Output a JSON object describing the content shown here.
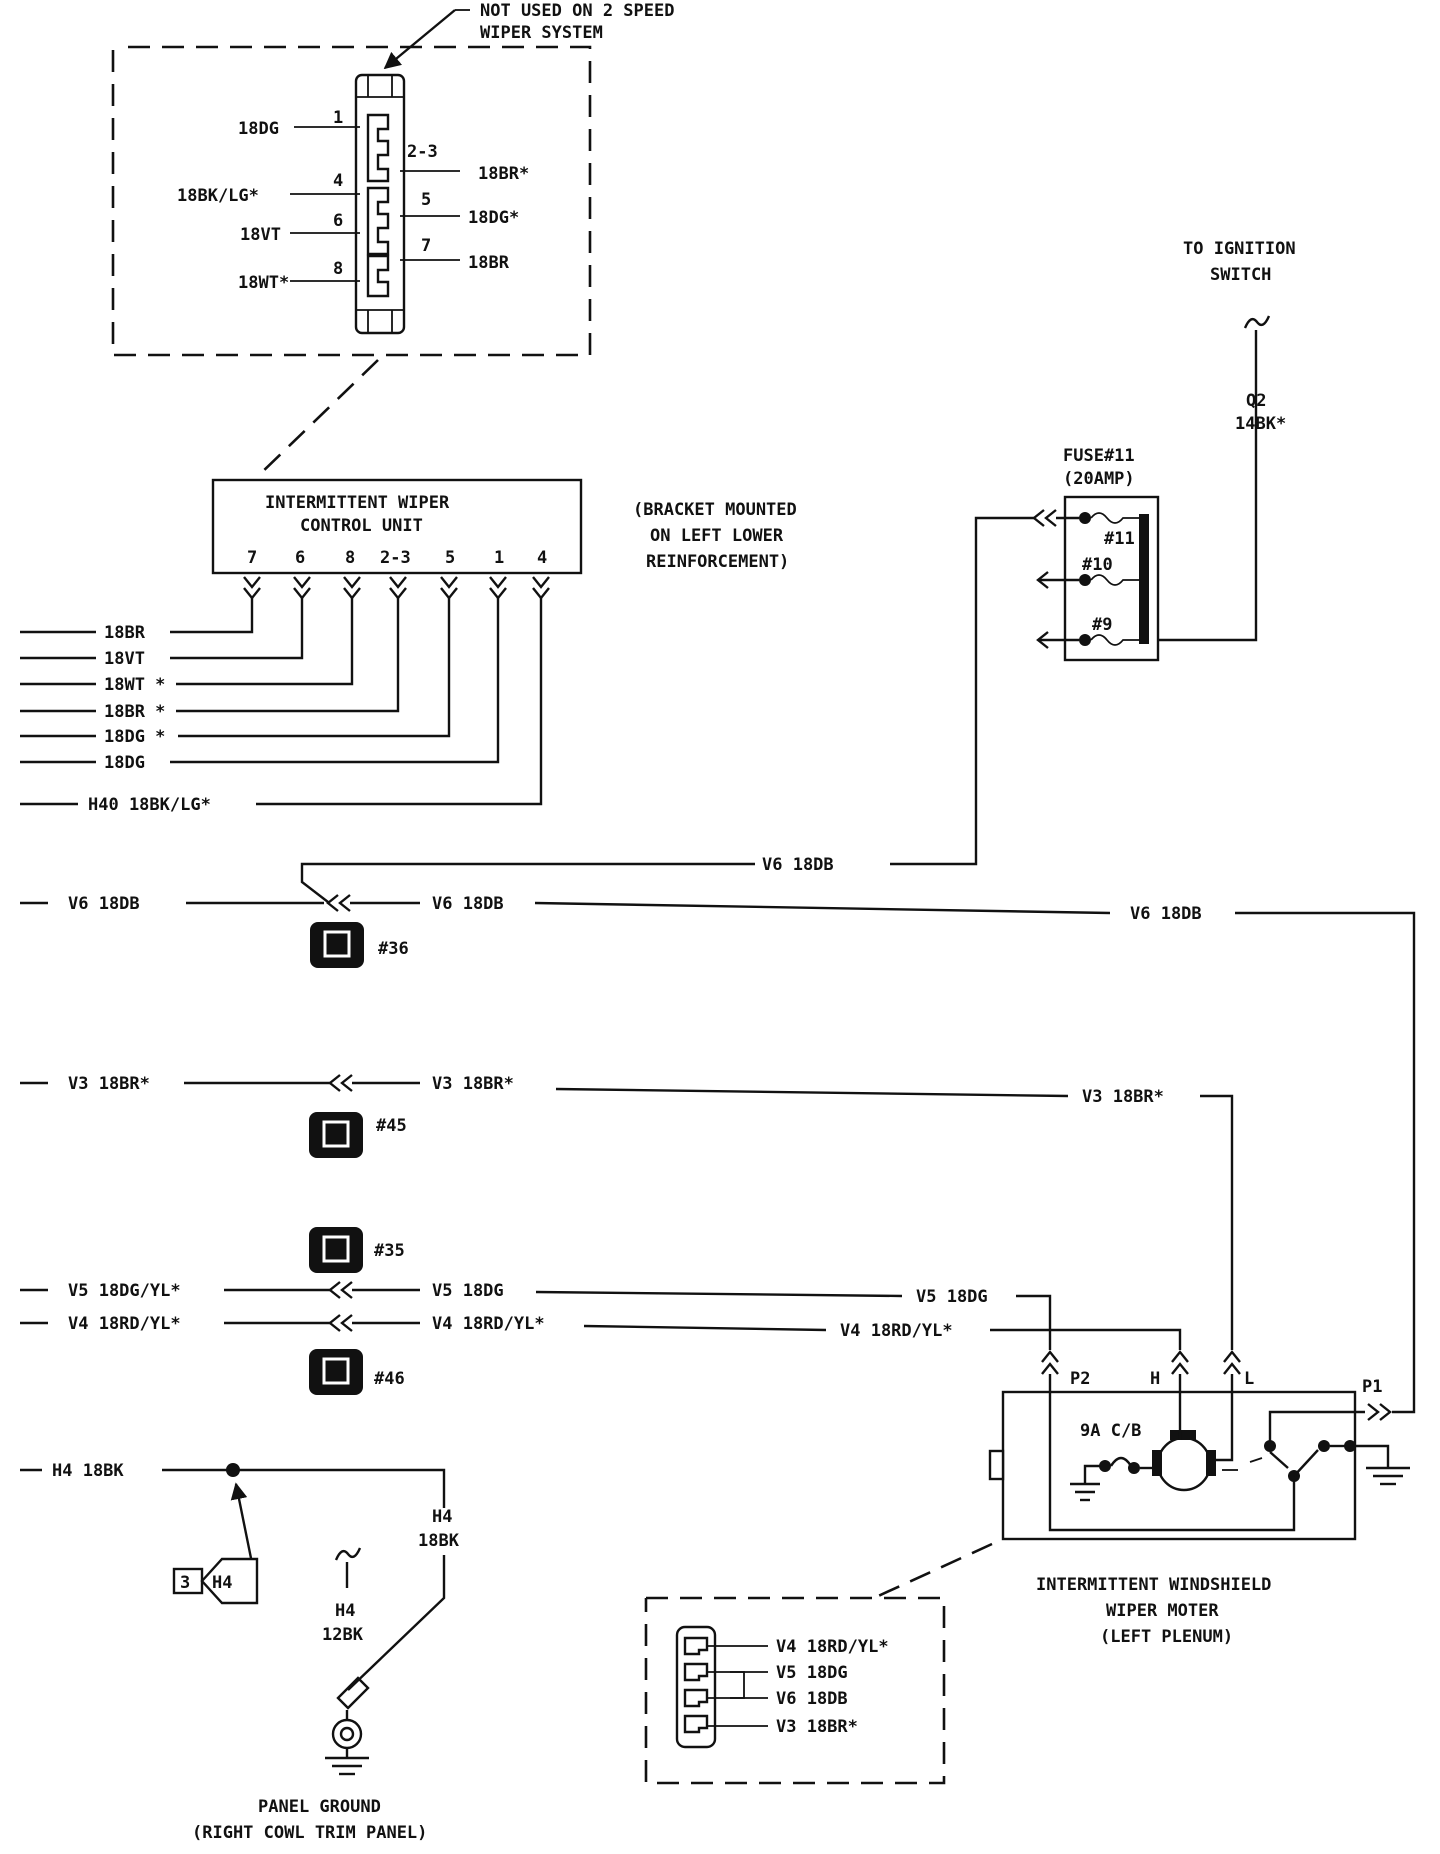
{
  "callout": {
    "note_line1": "NOT USED ON 2 SPEED",
    "note_line2": "WIPER SYSTEM"
  },
  "top_connector": {
    "pins": [
      {
        "num": "1",
        "wire": "18DG"
      },
      {
        "num": "2-3",
        "wire": "18BR*"
      },
      {
        "num": "4",
        "wire": "18BK/LG*"
      },
      {
        "num": "5",
        "wire": "18DG*"
      },
      {
        "num": "6",
        "wire": "18VT"
      },
      {
        "num": "7",
        "wire": "18BR"
      },
      {
        "num": "8",
        "wire": "18WT*"
      }
    ]
  },
  "control_unit": {
    "title_line1": "INTERMITTENT WIPER",
    "title_line2": "CONTROL UNIT",
    "pins": [
      "7",
      "6",
      "8",
      "2-3",
      "5",
      "1",
      "4"
    ],
    "mount_note": [
      "(BRACKET MOUNTED",
      "ON LEFT LOWER",
      "REINFORCEMENT)"
    ],
    "wires": [
      "18BR",
      "18VT",
      "18WT *",
      "18BR *",
      "18DG *",
      "18DG",
      "H40  18BK/LG*"
    ]
  },
  "ignition": {
    "line1": "TO IGNITION",
    "line2": "SWITCH",
    "circuit": "Q2",
    "wire": "14BK*"
  },
  "fuse_block": {
    "title_line1": "FUSE#11",
    "title_line2": "(20AMP)",
    "fuses": [
      "#11",
      "#10",
      "#9"
    ]
  },
  "connectors": {
    "c36": "#36",
    "c45": "#45",
    "c35": "#35",
    "c46": "#46"
  },
  "wires": {
    "v6": "V6  18DB",
    "v3": "V3  18BR*",
    "v5_left": "V5  18DG/YL*",
    "v5": "V5  18DG",
    "v4_left": "V4  18RD/YL*",
    "v4": "V4  18RD/YL*",
    "h4": "H4  18BK"
  },
  "ground": {
    "h4_circuit": "H4",
    "h4_wire": "18BK",
    "h4b_circuit": "H4",
    "h4b_wire": "12BK",
    "splice": "H4",
    "splice_num": "3",
    "label_line1": "PANEL GROUND",
    "label_line2": "(RIGHT COWL TRIM PANEL)"
  },
  "motor": {
    "terminals": [
      "P2",
      "H",
      "L",
      "P1"
    ],
    "breaker": "9A C/B",
    "title_line1": "INTERMITTENT WINDSHIELD",
    "title_line2": "WIPER MOTER",
    "title_line3": "(LEFT PLENUM)"
  },
  "motor_connector": {
    "pins": [
      "V4  18RD/YL*",
      "V5  18DG",
      "V6  18DB",
      "V3  18BR*"
    ]
  }
}
